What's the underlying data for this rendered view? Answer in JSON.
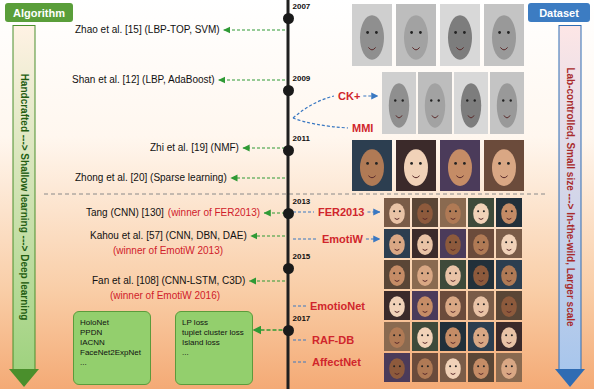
{
  "diagram": {
    "nodes": [
      {
        "text": [
          "Algorithm"
        ]
      },
      {
        "text": [
          "Dataset"
        ]
      },
      {
        "text": [
          "Handcrafted ---> Shallow learning ---> Deep learning"
        ]
      },
      {
        "text": [
          "Lab-controlled, Small size ---> In-the-wild, Larger scale"
        ]
      },
      {
        "text": [
          "2007"
        ]
      },
      {
        "text": [
          "2009"
        ]
      },
      {
        "text": [
          "2011"
        ]
      },
      {
        "text": [
          "2013"
        ]
      },
      {
        "text": [
          "2015"
        ]
      },
      {
        "text": [
          "2017"
        ]
      },
      {
        "text": [
          "HoloNet",
          "PPDN",
          "IACNN",
          "FaceNet2ExpNet",
          "..."
        ]
      },
      {
        "text": [
          "LP loss",
          "tuplet cluster loss",
          "Island loss",
          "..."
        ]
      }
    ],
    "edges": [
      {
        "from": 9,
        "to": 11,
        "arrow": "to"
      }
    ],
    "labels": [
      "Zhao et al. [15] (LBP-TOP, SVM)",
      "Shan et al. [12] (LBP, AdaBoost)",
      "Zhi et al. [19] (NMF)",
      "Zhong et al. [20] (Sparse learning)",
      "Tang (CNN) [130]",
      "(winner of FER2013)",
      "Kahou et al. [57] (CNN, DBN, DAE)",
      "(winner of EmotiW 2013)",
      "Fan et al. [108] (CNN-LSTM, C3D)",
      "(winner of EmotiW 2016)",
      "CK+",
      "MMI",
      "FER2013",
      "EmotiW",
      "EmotioNet",
      "RAF-DB",
      "AffectNet"
    ]
  }
}
